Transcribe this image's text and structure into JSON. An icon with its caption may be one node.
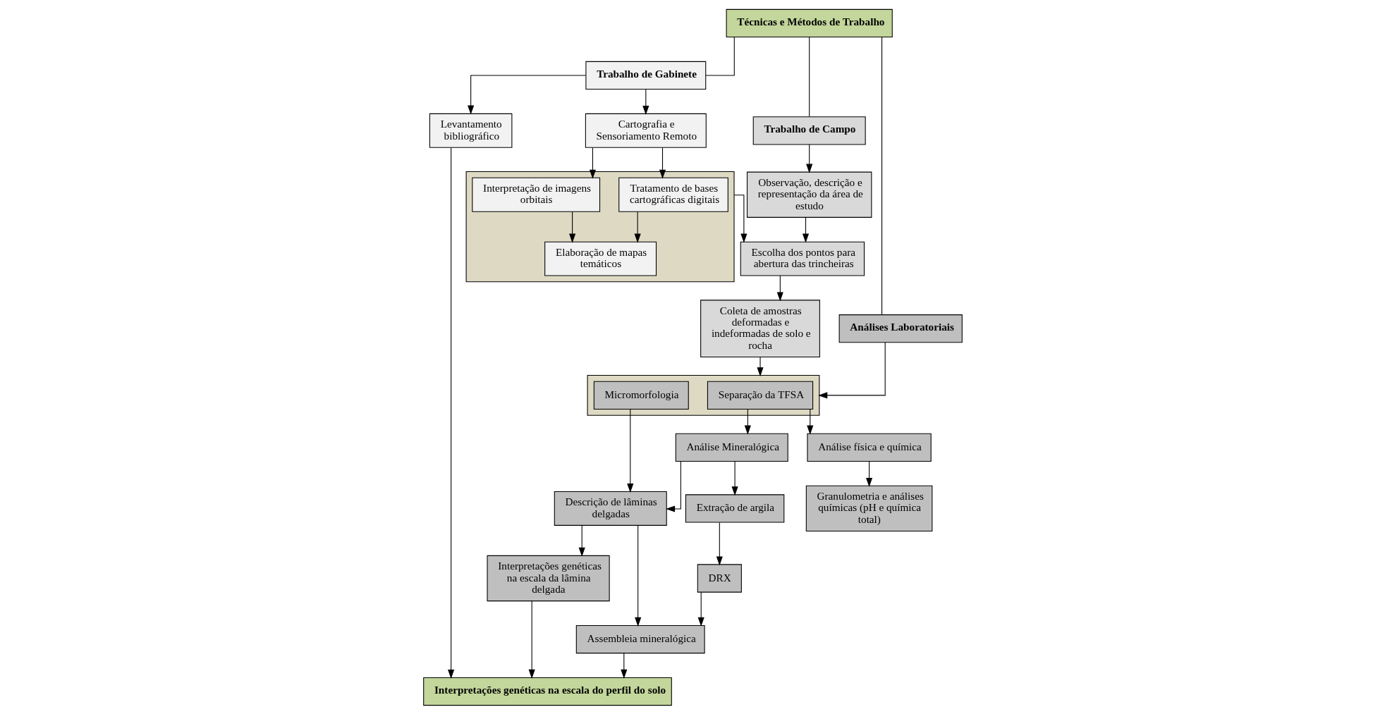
{
  "diagram": {
    "nodes": [
      {
        "text": [
          "Técnicas e Métodos de Trabalho"
        ]
      },
      {
        "text": [
          "Trabalho de Gabinete"
        ]
      },
      {
        "text": [
          "Trabalho de Campo"
        ]
      },
      {
        "text": [
          "Análises Laboratoriais"
        ]
      },
      {
        "text": [
          "Levantamento bibliográfico"
        ]
      },
      {
        "text": [
          "Cartografia e Sensoriamento Remoto"
        ]
      },
      {
        "text": [],
        "shape": "box"
      },
      {
        "text": [
          "Tratamento de bases cartográficas digitais"
        ],
        "in": 6
      },
      {
        "text": [
          "Interpretação de imagens orbitais"
        ],
        "in": 6
      },
      {
        "text": [
          "Elaboração de mapas temáticos"
        ],
        "in": 6
      },
      {
        "text": [
          "Observação, descrição e representação da área de estudo"
        ]
      },
      {
        "text": [
          "Escolha dos pontos para abertura das trincheiras"
        ]
      },
      {
        "text": [
          "Coleta de amostras deformadas e indeformadas de solo e rocha"
        ]
      },
      {
        "text": [],
        "shape": "box"
      },
      {
        "text": [
          "Separação da TFSA"
        ],
        "in": 13
      },
      {
        "text": [
          "Micromorfologia"
        ],
        "in": 13
      },
      {
        "text": [
          "Análise física e química"
        ]
      },
      {
        "text": [
          "Análise Mineralógica"
        ]
      },
      {
        "text": [
          "Descrição de lâminas delgadas"
        ]
      },
      {
        "text": [
          "Granulometria e análises químicas (pH e química total)"
        ]
      },
      {
        "text": [
          "Extração de argila"
        ]
      },
      {
        "text": [
          "DRX"
        ]
      },
      {
        "text": [
          "Interpretações genéticas na escala da lâmina delgada"
        ]
      },
      {
        "text": [
          "Assembleia mineralógica"
        ]
      },
      {
        "text": [
          "Interpretações genéticas na escala do perfil do solo"
        ]
      }
    ],
    "edges": [
      {
        "from": 0,
        "to": 1,
        "arrow": "none"
      },
      {
        "from": 0,
        "to": 2,
        "arrow": "none"
      },
      {
        "from": 0,
        "to": 3,
        "arrow": "none"
      },
      {
        "from": 1,
        "to": 4,
        "arrow": "to"
      },
      {
        "from": 1,
        "to": 5,
        "arrow": "to"
      },
      {
        "from": 5,
        "to": 7,
        "arrow": "to"
      },
      {
        "from": 5,
        "to": 8,
        "arrow": "to"
      },
      {
        "from": 7,
        "to": 9,
        "arrow": "to"
      },
      {
        "from": 8,
        "to": 9,
        "arrow": "to"
      },
      {
        "from": 2,
        "to": 10,
        "arrow": "to"
      },
      {
        "from": 10,
        "to": 11,
        "arrow": "to"
      },
      {
        "from": 6,
        "to": 11,
        "arrow": "to"
      },
      {
        "from": 11,
        "to": 12,
        "arrow": "to"
      },
      {
        "from": 12,
        "to": 13,
        "arrow": "to"
      },
      {
        "from": 3,
        "to": 13,
        "arrow": "to"
      },
      {
        "from": 14,
        "to": 16,
        "arrow": "to"
      },
      {
        "from": 14,
        "to": 17,
        "arrow": "to"
      },
      {
        "from": 15,
        "to": 18,
        "arrow": "to"
      },
      {
        "from": 16,
        "to": 19,
        "arrow": "to"
      },
      {
        "from": 17,
        "to": 18,
        "arrow": "to"
      },
      {
        "from": 17,
        "to": 20,
        "arrow": "to"
      },
      {
        "from": 20,
        "to": 21,
        "arrow": "to"
      },
      {
        "from": 21,
        "to": 23,
        "arrow": "to"
      },
      {
        "from": 18,
        "to": 23,
        "arrow": "to"
      },
      {
        "from": 18,
        "to": 22,
        "arrow": "to"
      },
      {
        "from": 4,
        "to": 24,
        "arrow": "to"
      },
      {
        "from": 23,
        "to": 24,
        "arrow": "to"
      },
      {
        "from": 22,
        "to": 24,
        "arrow": "to"
      }
    ]
  }
}
